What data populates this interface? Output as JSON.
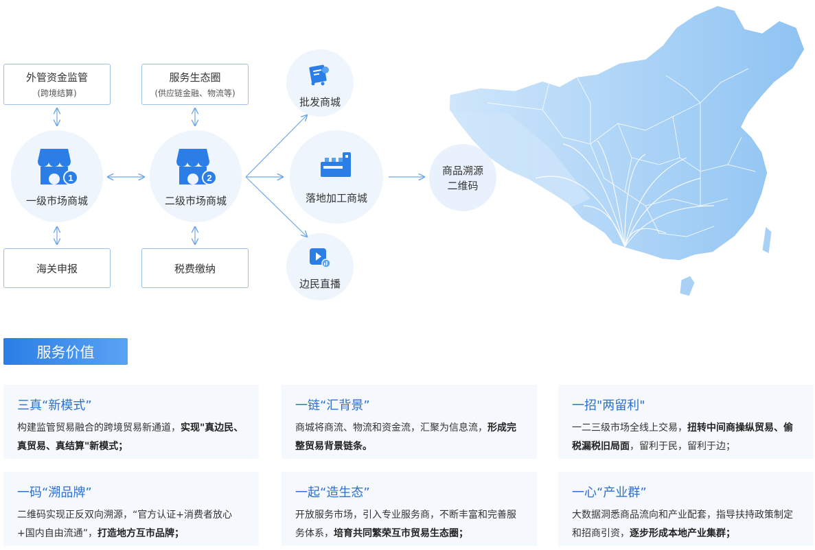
{
  "diagram": {
    "top_boxes": [
      {
        "title": "外管资金监管",
        "sub": "(跨境结算)"
      },
      {
        "title": "服务生态圈",
        "sub": "(供应链金融、物流等)"
      }
    ],
    "bottom_boxes": [
      {
        "title": "海关申报"
      },
      {
        "title": "税费缴纳"
      }
    ],
    "markets": [
      {
        "label": "一级市场商城",
        "badge": "1"
      },
      {
        "label": "二级市场商城",
        "badge": "2"
      }
    ],
    "channels": [
      {
        "label": "批发商城",
        "icon": "wholesale-icon"
      },
      {
        "label": "落地加工商城",
        "icon": "processing-icon"
      },
      {
        "label": "边民直播",
        "icon": "live-stream-icon"
      }
    ],
    "qr": {
      "line1": "商品溯源",
      "line2": "二维码"
    },
    "map_icon": "china-map",
    "colors": {
      "primary": "#2b7ee6",
      "circle_bg": "#eef5fd",
      "map": "#a9d1f6",
      "line": "#6ea7e6"
    }
  },
  "section": {
    "title": "服务价值"
  },
  "cards": [
    {
      "title": "三真“新模式”",
      "text1": "构建监管贸易融合的跨境贸易新通道，",
      "bold": "实现\"真边民、真贸易、真结算\"新模式；",
      "text2": ""
    },
    {
      "title": "一链“汇背景”",
      "text1": "商城将商流、物流和资金流，汇聚为信息流，",
      "bold": "形成完整贸易背景链条。",
      "text2": ""
    },
    {
      "title": "一招\"两留利\"",
      "text1": "一二三级市场全线上交易，",
      "bold": "扭转中间商操纵贸易、偷税漏税旧局面",
      "text2": "，留利于民，留利于边；"
    },
    {
      "title": "一码“溯品牌”",
      "text1": "二维码实现正反双向溯源，“官方认证+消费者放心+国内自由流通”，",
      "bold": "打造地方互市品牌；",
      "text2": ""
    },
    {
      "title": "一起“造生态”",
      "text1": "开放服务市场，引入专业服务商，不断丰富和完善服务体系，",
      "bold": "培育共同繁荣互市贸易生态圈；",
      "text2": ""
    },
    {
      "title": "一心“产业群”",
      "text1": "大数据洞悉商品流向和产业配套，指导扶持政策制定和招商引资，",
      "bold": "逐步形成本地产业集群；",
      "text2": ""
    }
  ]
}
